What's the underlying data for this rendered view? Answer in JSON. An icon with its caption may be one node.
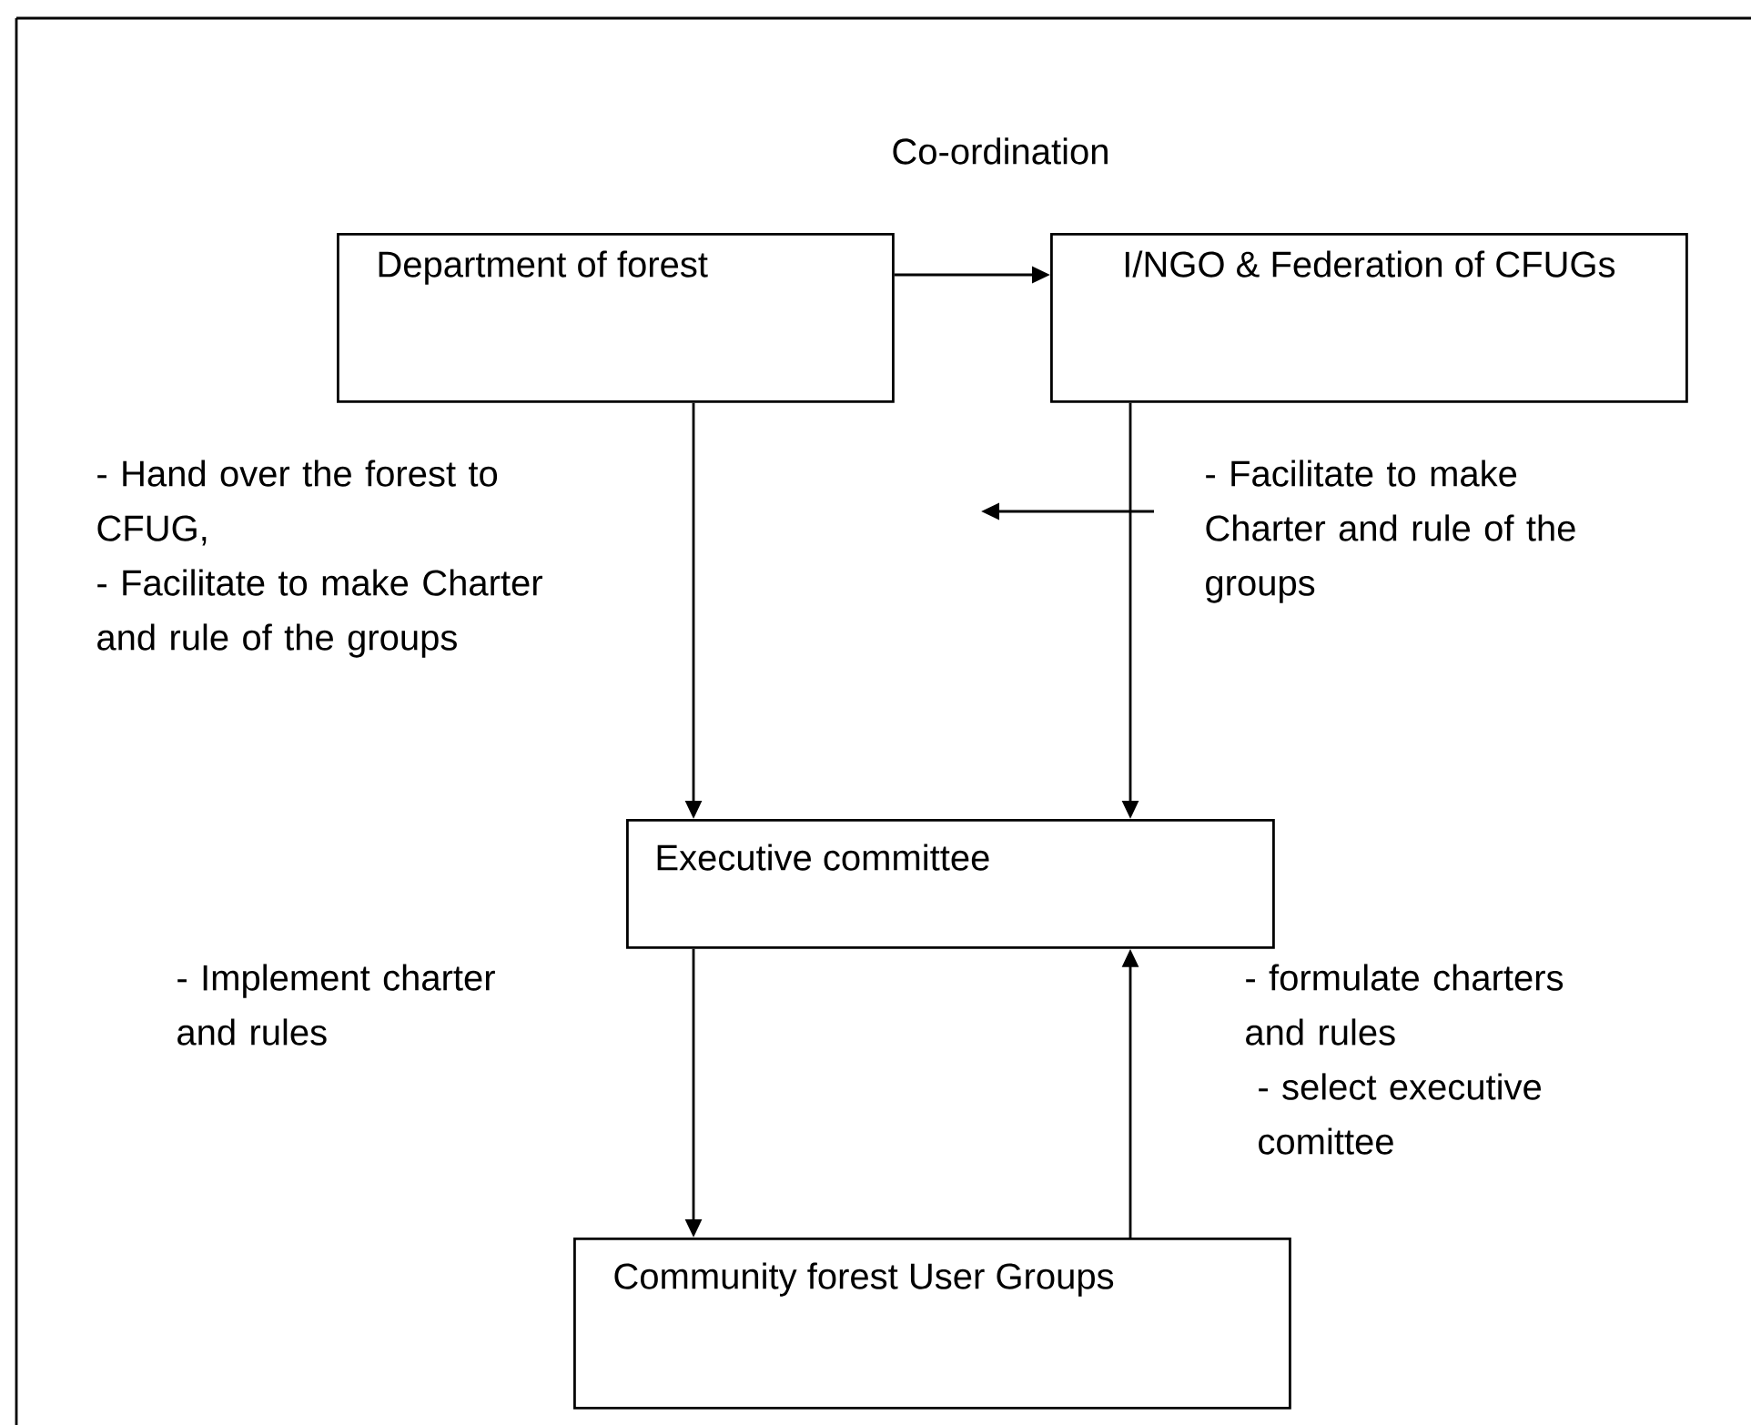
{
  "diagram": {
    "nodes": [
      {
        "text": [
          "Department of forest"
        ]
      },
      {
        "text": [
          "I/NGO & Federation of CFUGs"
        ]
      },
      {
        "text": [
          "Executive committee"
        ]
      },
      {
        "text": [
          "Community forest User Groups"
        ]
      }
    ],
    "edges": [
      {
        "from": 0,
        "to": 1,
        "arrow": "to",
        "label": "Co-ordination"
      },
      {
        "from": 0,
        "to": 2,
        "arrow": "to"
      },
      {
        "from": 1,
        "to": 2,
        "arrow": "to"
      },
      {
        "from": 2,
        "to": 3,
        "arrow": "to"
      },
      {
        "from": 3,
        "to": 2,
        "arrow": "to"
      }
    ],
    "labels": [
      "- Hand over the forest to CFUG,",
      "- Facilitate to make Charter and rule of the groups",
      "- Facilitate to make Charter and rule of the groups",
      "- Implement charter and rules",
      "- formulate charters and rules",
      "- select executive comittee"
    ]
  }
}
